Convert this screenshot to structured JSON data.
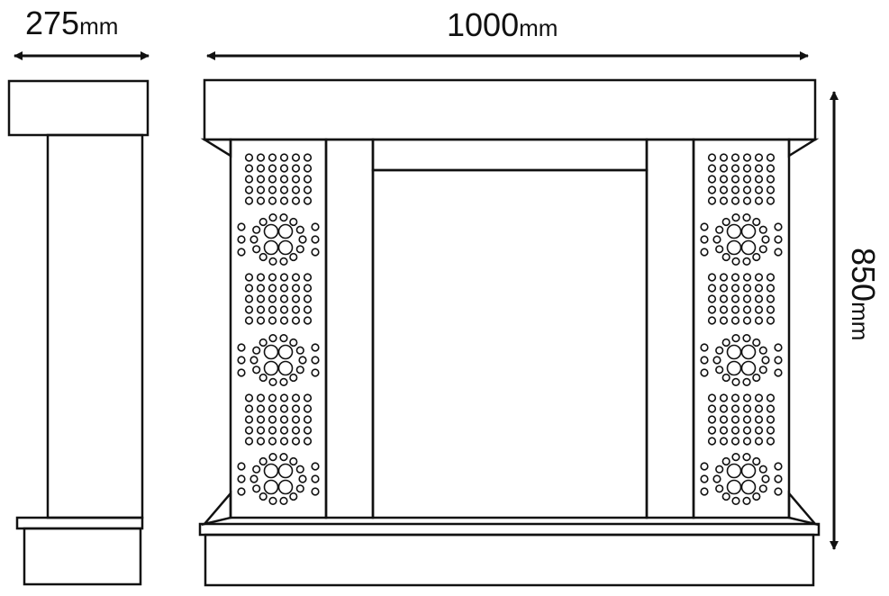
{
  "dimensions": {
    "depth": {
      "value": "275",
      "unit": "mm"
    },
    "width": {
      "value": "1000",
      "unit": "mm"
    },
    "height": {
      "value": "850",
      "unit": "mm"
    }
  },
  "colors": {
    "line": "#111111",
    "background": "#ffffff"
  },
  "panel_pattern": "dot-and-circle-clusters"
}
